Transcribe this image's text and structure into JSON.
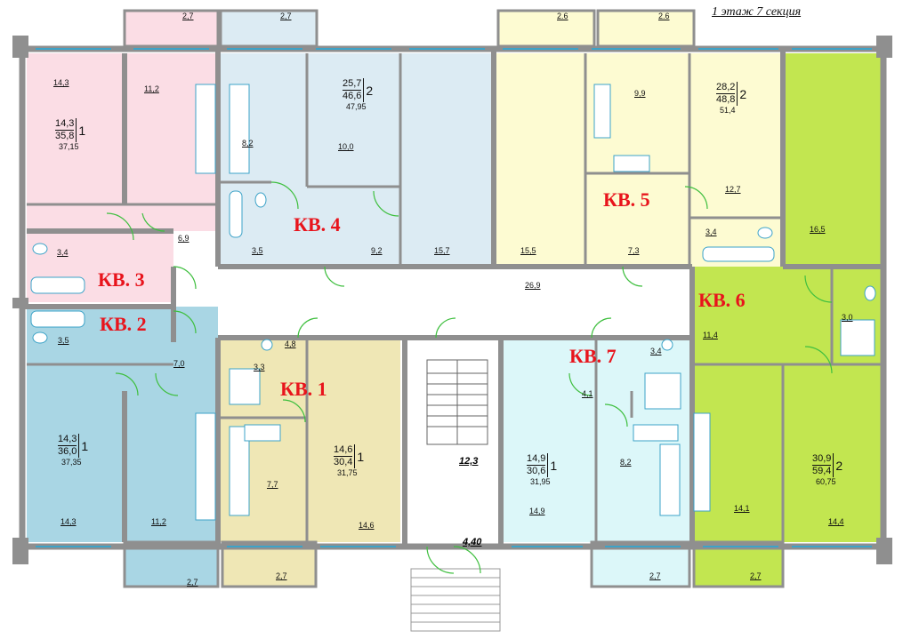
{
  "title": "1 этаж 7 секция",
  "colors": {
    "pink": "#fbdde5",
    "lightblue": "#dcebf3",
    "yellow": "#fdfbd2",
    "green": "#c2e650",
    "tan": "#efe7b5",
    "cyan": "#dcf7f9",
    "blue": "#a9d6e4",
    "wall": "#8f8f8f",
    "door": "#3fbf3f",
    "label": "#e8141c"
  },
  "apartments": {
    "kv1": "КВ. 1",
    "kv2": "КВ. 2",
    "kv3": "КВ. 3",
    "kv4": "КВ. 4",
    "kv5": "КВ. 5",
    "kv6": "КВ. 6",
    "kv7": "КВ. 7"
  },
  "summaries": {
    "kv3": {
      "living": "14,3",
      "total": "35,8",
      "rooms": "1",
      "gross": "37,15"
    },
    "kv4": {
      "living": "25,7",
      "total": "46,6",
      "rooms": "2",
      "gross": "47,95"
    },
    "kv5": {
      "living": "28,2",
      "total": "48,8",
      "rooms": "2",
      "gross": "51,4"
    },
    "kv2": {
      "living": "14,3",
      "total": "36,0",
      "rooms": "1",
      "gross": "37,35"
    },
    "kv1": {
      "living": "14,6",
      "total": "30,4",
      "rooms": "1",
      "gross": "31,75"
    },
    "kv7": {
      "living": "14,9",
      "total": "30,6",
      "rooms": "1",
      "gross": "31,95"
    },
    "kv6": {
      "living": "30,9",
      "total": "59,4",
      "rooms": "2",
      "gross": "60,75"
    }
  },
  "rooms": {
    "balc_tl1": "2,7",
    "balc_tl2": "2,7",
    "balc_tr1": "2.6",
    "balc_tr2": "2.6",
    "r143a": "14,3",
    "r112a": "11,2",
    "r82": "8,2",
    "r100": "10,0",
    "r99": "9,9",
    "r127": "12,7",
    "r165": "16,5",
    "r34a": "3,4",
    "r69": "6,9",
    "r35a": "3,5",
    "r92": "9,2",
    "r157": "15,7",
    "r155": "15,5",
    "r73": "7,3",
    "r34b": "3,4",
    "r269": "26,9",
    "r35b": "3,5",
    "r48": "4,8",
    "r33": "3,3",
    "r30": "3,0",
    "r114": "11,4",
    "r70": "7,0",
    "r34c": "3,4",
    "r41": "4,1",
    "r123": "12,3",
    "r77": "7,7",
    "r82b": "8,2",
    "r143b": "14,3",
    "r112b": "11,2",
    "r146": "14,6",
    "r149": "14,9",
    "r141": "14,1",
    "r144": "14,4",
    "r440": "4,40",
    "balc_bl1": "2,7",
    "balc_bl2": "2,7",
    "balc_br1": "2,7",
    "balc_br2": "2,7"
  }
}
